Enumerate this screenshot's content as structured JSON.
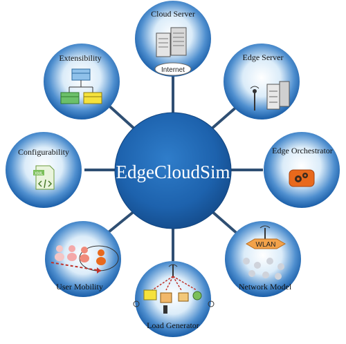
{
  "center": {
    "label": "EdgeCloudSim"
  },
  "nodes": {
    "cloud_server": {
      "label": "Cloud Server",
      "icon": "server-rack-icon",
      "sub_label": "Internet"
    },
    "edge_server": {
      "label": "Edge Server",
      "icon": "edge-server-icon"
    },
    "edge_orchestrator": {
      "label": "Edge Orchestrator",
      "icon": "gears-icon"
    },
    "network_model": {
      "label": "Network Model",
      "icon": "wlan-network-icon",
      "sub_label": "WLAN"
    },
    "load_generator": {
      "label": "Load Generator",
      "icon": "devices-antenna-icon"
    },
    "user_mobility": {
      "label": "User Mobility",
      "icon": "user-mobility-icon"
    },
    "configurability": {
      "label": "Configurability",
      "icon": "xml-file-icon",
      "sub_label": "XML"
    },
    "extensibility": {
      "label": "Extensibility",
      "icon": "class-hierarchy-icon"
    }
  },
  "colors": {
    "circle_dark": "#1a5ea8",
    "circle_light": "#eaf4fc",
    "connector": "#2f4f73",
    "orange": "#e8691c",
    "green": "#5cb85c",
    "yellow": "#f5e23c"
  }
}
